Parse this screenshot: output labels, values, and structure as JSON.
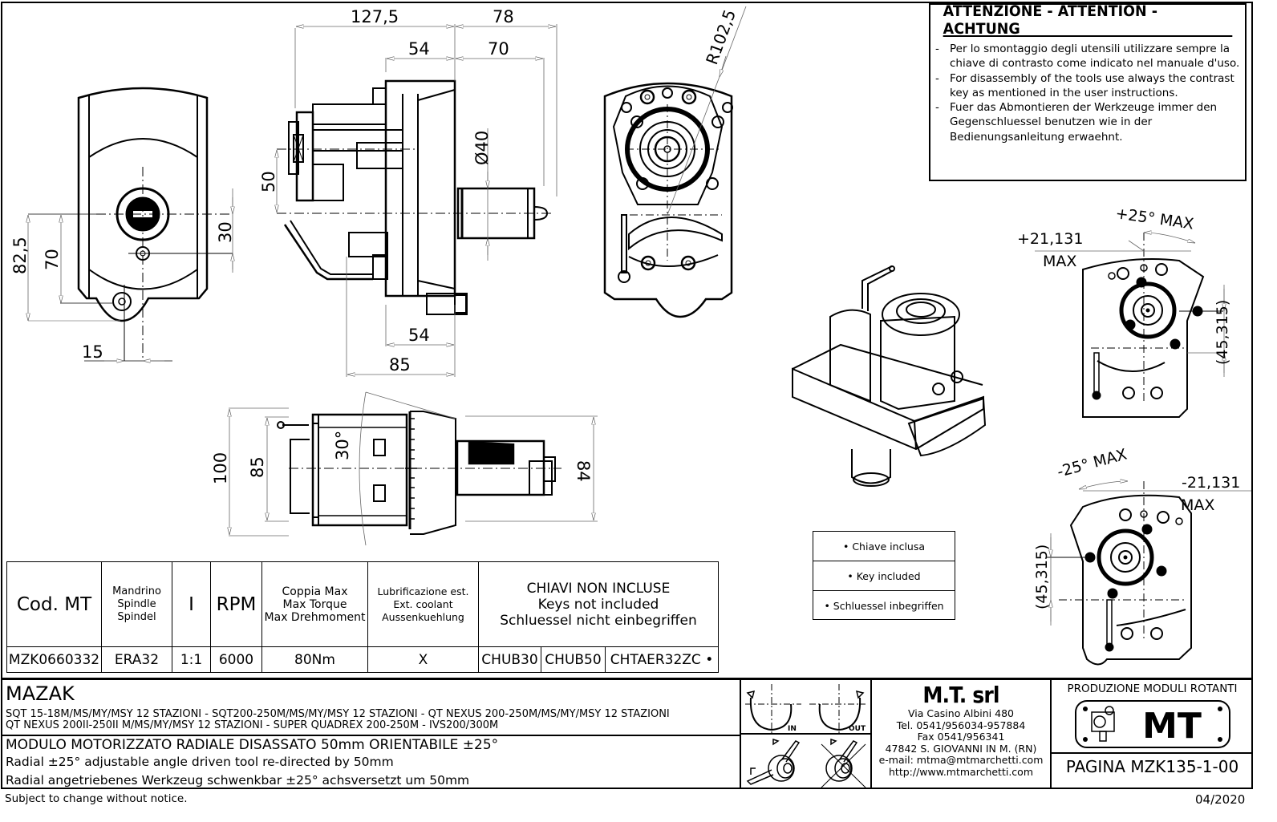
{
  "warning": {
    "title": "ATTENZIONE - ATTENTION - ACHTUNG",
    "items": [
      {
        "dash": "-",
        "text": "Per lo smontaggio degli utensili utilizzare sempre la chiave di contrasto come indicato nel manuale d'uso."
      },
      {
        "dash": "-",
        "text": "For disassembly of the tools use always the contrast key as mentioned in the user instructions."
      },
      {
        "dash": "-",
        "text": "Fuer das Abmontieren der Werkzeuge immer den Gegenschluessel benutzen wie in der Bedienungsanleitung erwaehnt."
      }
    ]
  },
  "dimensions": {
    "front_view": {
      "d1": "82,5",
      "d2": "70",
      "d3": "30",
      "d4": "15"
    },
    "side_view": {
      "d1": "127,5",
      "d2": "78",
      "d3": "54",
      "d4": "70",
      "d5": "50",
      "d6": "Ø40",
      "d7": "54",
      "d8": "85"
    },
    "end_view": {
      "radius": "R102,5"
    },
    "top_view": {
      "d1": "100",
      "d2": "85",
      "d3": "84",
      "angle": "30°"
    },
    "rotated_plus": {
      "angle": "+25° MAX",
      "offset": "+21,131",
      "offset_label": "MAX",
      "height": "(45,315)"
    },
    "rotated_minus": {
      "angle": "-25° MAX",
      "offset": "-21,131",
      "offset_label": "MAX",
      "height": "(45,315)"
    }
  },
  "spec_table": {
    "headers": {
      "code": "Cod. MT",
      "spindle": [
        "Mandrino",
        "Spindle",
        "Spindel"
      ],
      "ratio": "I",
      "rpm": "RPM",
      "torque": [
        "Coppia Max",
        "Max Torque",
        "Max Drehmoment"
      ],
      "coolant": [
        "Lubrificazione est.",
        "Ext. coolant",
        "Aussenkuehlung"
      ],
      "keys": [
        "CHIAVI NON INCLUSE",
        "Keys not included",
        "Schluessel nicht einbegriffen"
      ]
    },
    "row": {
      "code": "MZK0660332",
      "spindle": "ERA32",
      "ratio": "1:1",
      "rpm": "6000",
      "torque": "80Nm",
      "coolant": "X",
      "keys": [
        "CHUB30",
        "CHUB50",
        "CHTAER32ZC •"
      ]
    }
  },
  "key_box": [
    "• Chiave inclusa",
    "• Key included",
    "• Schluessel inbegriffen"
  ],
  "title_block": {
    "maker": "MAZAK",
    "models_1": "SQT 15-18M/MS/MY/MSY 12 STAZIONI - SQT200-250M/MS/MY/MSY 12 STAZIONI - QT NEXUS 200-250M/MS/MY/MSY 12 STAZIONI",
    "models_2": "QT NEXUS 200II-250II M/MS/MY/MSY 12 STAZIONI - SUPER QUADREX 200-250M - IVS200/300M",
    "desc_it": "MODULO MOTORIZZATO RADIALE DISASSATO 50mm ORIENTABILE ±25°",
    "desc_en": "Radial ±25° adjustable angle driven tool re-directed by 50mm",
    "desc_de": "Radial angetriebenes Werkzeug schwenkbar ±25° achsversetzt um 50mm",
    "rotation_in": "IN",
    "rotation_out": "OUT",
    "company": {
      "name": "M.T. srl",
      "address": "Via Casino Albini 480",
      "tel": "Tel. 0541/956034-957884",
      "fax": "Fax 0541/956341",
      "city": "47842 S. GIOVANNI IN M. (RN)",
      "email": "e-mail: mtma@mtmarchetti.com",
      "web": "http://www.mtmarchetti.com"
    },
    "production": "PRODUZIONE MODULI ROTANTI",
    "logo": "MT",
    "page": "PAGINA MZK135-1-00"
  },
  "footer": {
    "notice": "Subject to change without notice.",
    "date": "04/2020"
  }
}
